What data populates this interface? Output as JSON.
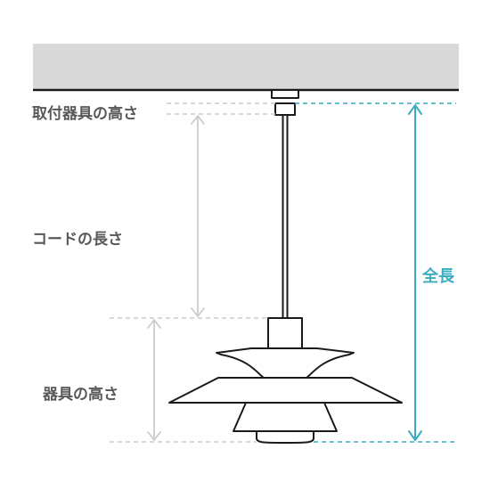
{
  "labels": {
    "mount_height": "取付器具の高さ",
    "cord_length": "コードの長さ",
    "fixture_height": "器具の高さ",
    "total_length": "全長"
  },
  "colors": {
    "ceiling": "#d9d9d9",
    "outline": "#1a1a1a",
    "label_gray": "#595959",
    "dimension_gray": "#cccccc",
    "accent_teal": "#3aabc0",
    "lamp_fill": "#ffffff"
  }
}
